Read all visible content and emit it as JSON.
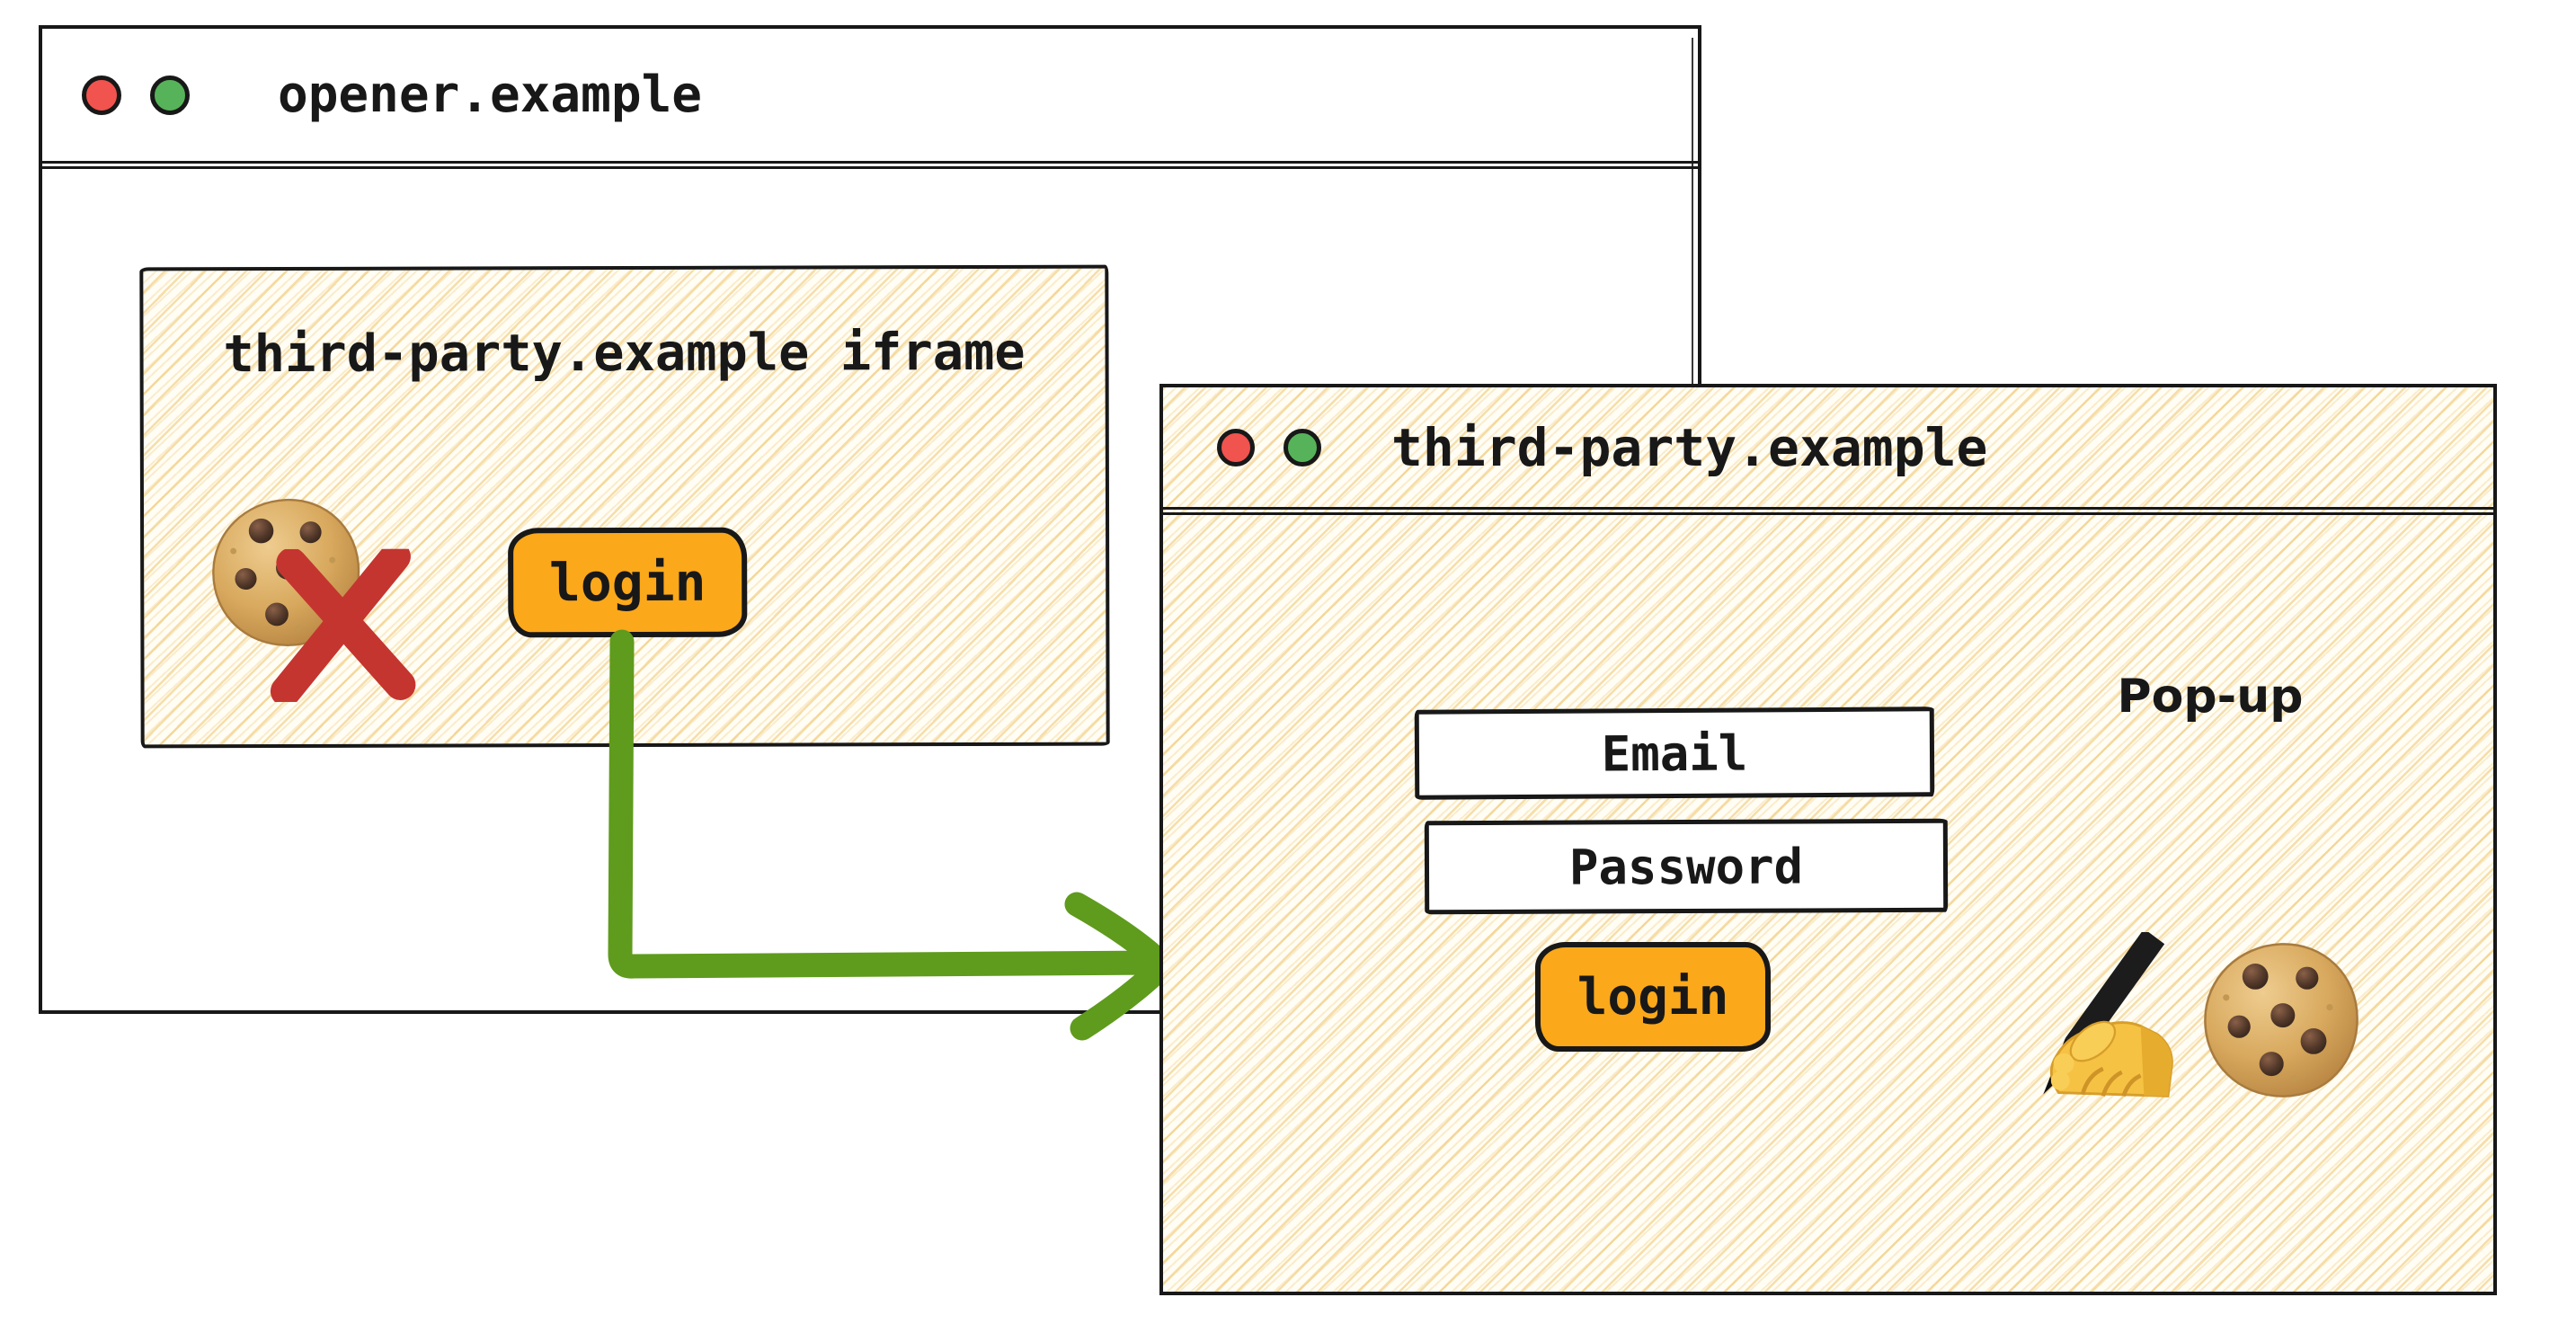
{
  "colors": {
    "ink": "#181818",
    "paper": "#FFFDF4",
    "hatch_line": "#EFC46E",
    "button_orange": "#FBA81B",
    "arrow_green": "#5F9B1D",
    "cross_red": "#C43530",
    "traffic_red": "#F1534E",
    "traffic_green": "#57B359"
  },
  "opener_window": {
    "title": "opener.example",
    "iframe": {
      "label": "third-party.example iframe",
      "login_button_label": "login"
    }
  },
  "popup_window": {
    "title": "third-party.example",
    "window_type_label": "Pop-up",
    "email_field_label": "Email",
    "password_field_label": "Password",
    "login_button_label": "login"
  },
  "icons": {
    "blocked_cookie": "cookie-with-red-cross",
    "cookie": "chocolate-chip-cookie",
    "writing_hand": "writing-hand-with-pen",
    "arrow": "green-elbow-arrow-opens-popup"
  }
}
